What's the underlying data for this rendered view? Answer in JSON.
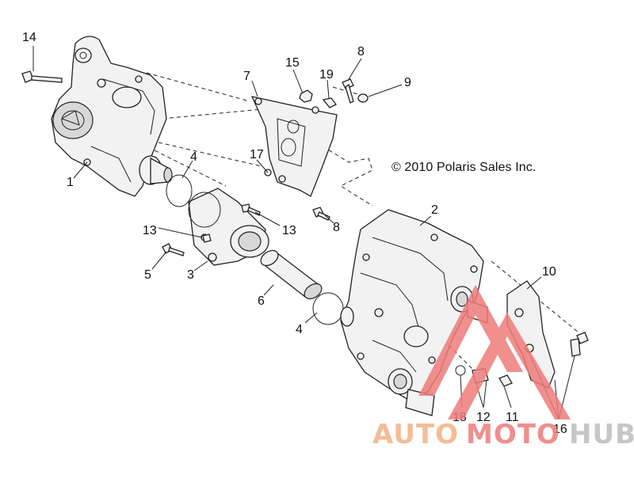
{
  "copyright": "© 2010 Polaris Sales Inc.",
  "callouts": {
    "c1": "1",
    "c2": "2",
    "c3": "3",
    "c4a": "4",
    "c4b": "4",
    "c5": "5",
    "c6": "6",
    "c7": "7",
    "c8a": "8",
    "c8b": "8",
    "c9": "9",
    "c10": "10",
    "c11": "11",
    "c12": "12",
    "c13a": "13",
    "c13b": "13",
    "c14": "14",
    "c15": "15",
    "c16": "16",
    "c17": "17",
    "c18": "18",
    "c19": "19"
  },
  "watermark": {
    "part1": "AUTO",
    "part2": "MOTO",
    "part3": "HUB",
    "color_orange": "#f4b183",
    "color_red": "#ef7b7b",
    "color_gray": "#bdbdbd"
  }
}
